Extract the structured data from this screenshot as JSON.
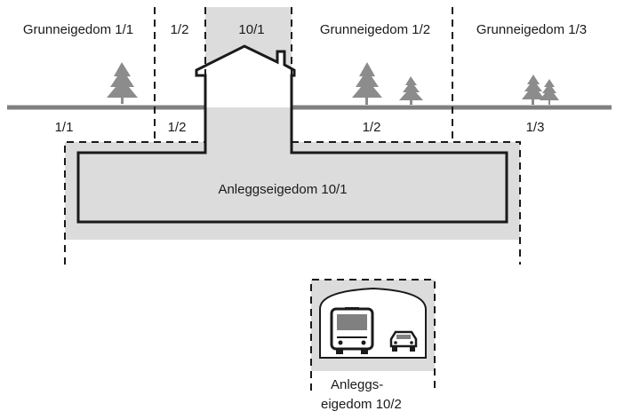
{
  "labels": {
    "top_1_1": "Grunneigedom 1/1",
    "top_1_2": "1/2",
    "top_10_1": "10/1",
    "top_1_2b": "Grunneigedom 1/2",
    "top_1_3": "Grunneigedom 1/3",
    "ground_1_1": "1/1",
    "ground_1_2a": "1/2",
    "ground_1_2b": "1/2",
    "ground_1_3": "1/3",
    "anlegg_10_1": "Anleggseigedom 10/1",
    "anlegg_10_2_line1": "Anleggs-",
    "anlegg_10_2_line2": "eigedom 10/2"
  },
  "colors": {
    "shade": "#dcdcdc",
    "ground": "#808080",
    "ink": "#1a1a1a",
    "tree": "#8c8c8c"
  },
  "icons": [
    "tree-icon",
    "house-icon",
    "bus-icon",
    "car-icon"
  ]
}
